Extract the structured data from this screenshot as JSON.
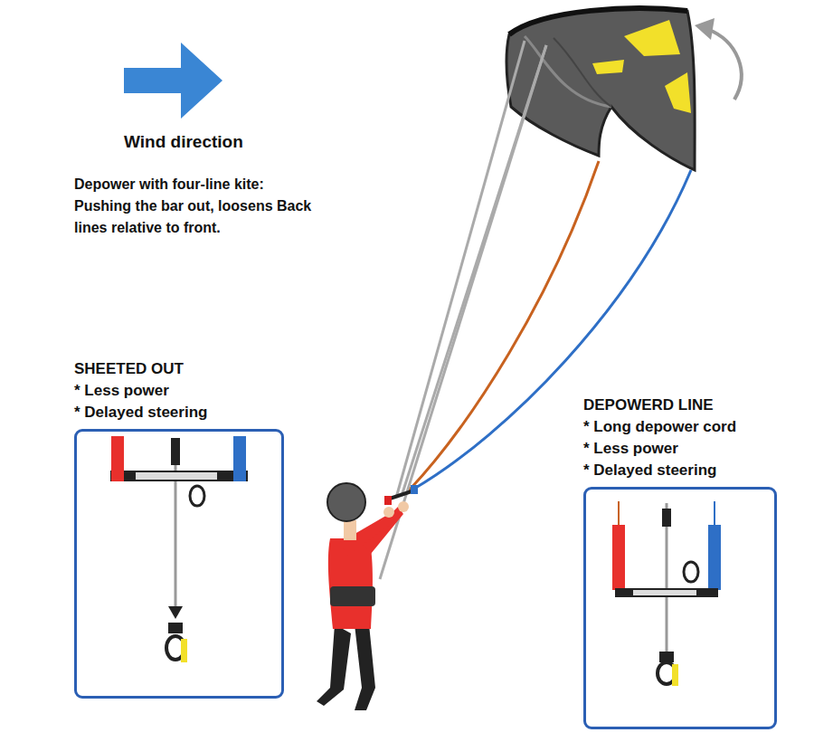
{
  "diagram": {
    "nodes": [
      {
        "text": [
          "SHEETED OUT",
          "* Less power",
          "* Delayed steering"
        ]
      },
      {
        "text": [
          "DEPOWERD LINE",
          "* Long depower cord",
          "* Less power",
          "* Delayed steering"
        ]
      }
    ],
    "labels": [
      "Wind direction",
      "Depower with four-line kite: Pushing the bar out, loosens Back lines relative to front."
    ]
  }
}
